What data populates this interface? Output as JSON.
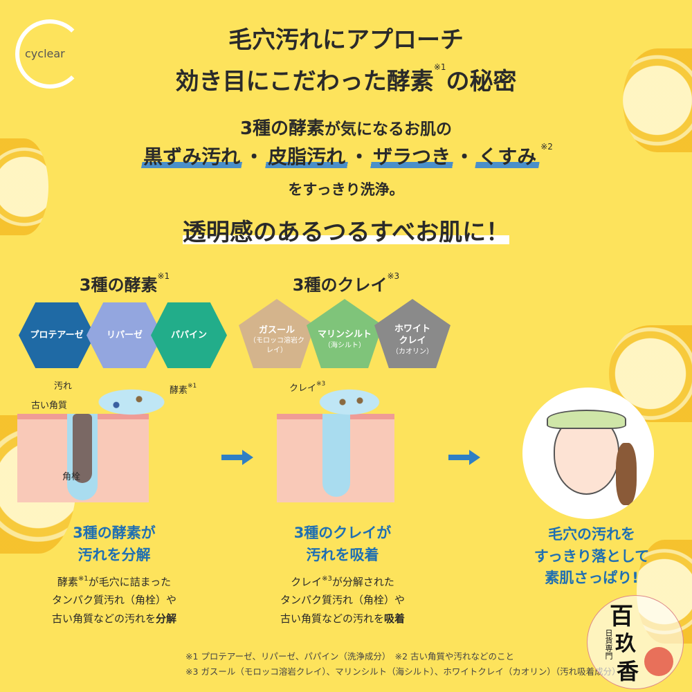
{
  "logo": {
    "text": "cyclear"
  },
  "header": {
    "line1": "毛穴汚れにアプローチ",
    "line2a": "効き目にこだわった酵素",
    "line2_note": "※1",
    "line2b": "の秘密"
  },
  "intro": {
    "line1a": "3種の酵素",
    "line1b": "が気になるお肌の",
    "concerns": [
      "黒ずみ汚れ",
      "皮脂汚れ",
      "ザラつき",
      "くすみ"
    ],
    "separator": "・",
    "concerns_note": "※2",
    "line3": "をすっきり洗浄。"
  },
  "tagline": "透明感のあるつるすべお肌に！",
  "enzymes": {
    "heading": "3種の酵素",
    "note": "※1",
    "items": [
      {
        "label": "プロテアーゼ",
        "color": "#1f6aa5"
      },
      {
        "label": "リパーゼ",
        "color": "#93a6df"
      },
      {
        "label": "パパイン",
        "color": "#22ad8a"
      }
    ]
  },
  "clays": {
    "heading": "3種のクレイ",
    "note": "※3",
    "items": [
      {
        "label": "ガスール",
        "sub": "（モロッコ溶岩クレイ）",
        "color": "#d4b48c"
      },
      {
        "label": "マリンシルト",
        "sub": "（海シルト）",
        "color": "#7fc47a"
      },
      {
        "label": "ホワイトクレイ",
        "sub": "（カオリン）",
        "color": "#8a8a8a"
      }
    ]
  },
  "diagram1": {
    "dirt": "汚れ",
    "old_skin": "古い角質",
    "enzyme": "酵素",
    "enzyme_note": "※1",
    "plug": "角栓"
  },
  "diagram2": {
    "clay": "クレイ",
    "clay_note": "※3"
  },
  "steps": [
    {
      "heading1": "3種の酵素が",
      "heading2": "汚れを分解",
      "body1a": "酵素",
      "body1_note": "※1",
      "body1b": "が毛穴に詰まった",
      "body2": "タンパク質汚れ（角栓）や",
      "body3a": "古い角質などの汚れを",
      "body3b": "分解"
    },
    {
      "heading1": "3種のクレイが",
      "heading2": "汚れを吸着",
      "body1a": "クレイ",
      "body1_note": "※3",
      "body1b": "が分解された",
      "body2": "タンパク質汚れ（角栓）や",
      "body3a": "古い角質などの汚れを",
      "body3b": "吸着"
    },
    {
      "heading1": "毛穴の汚れを",
      "heading2": "すっきり落として",
      "heading3": "素肌さっぱり!"
    }
  ],
  "footnotes": [
    "※1 プロテアーゼ、リパーゼ、パパイン（洗浄成分）　※2 古い角質や汚れなどのこと",
    "※3 ガスール（モロッコ溶岩クレイ）、マリンシルト（海シルト）、ホワイトクレイ（カオリン）（汚れ吸着成分）"
  ],
  "stamp": {
    "main1": "百",
    "main2": "玖",
    "main3": "香",
    "sub": "日貨専門"
  },
  "colors": {
    "background": "#fde35c",
    "accent_blue": "#1f6fb2",
    "arrow": "#2f7fc4"
  }
}
